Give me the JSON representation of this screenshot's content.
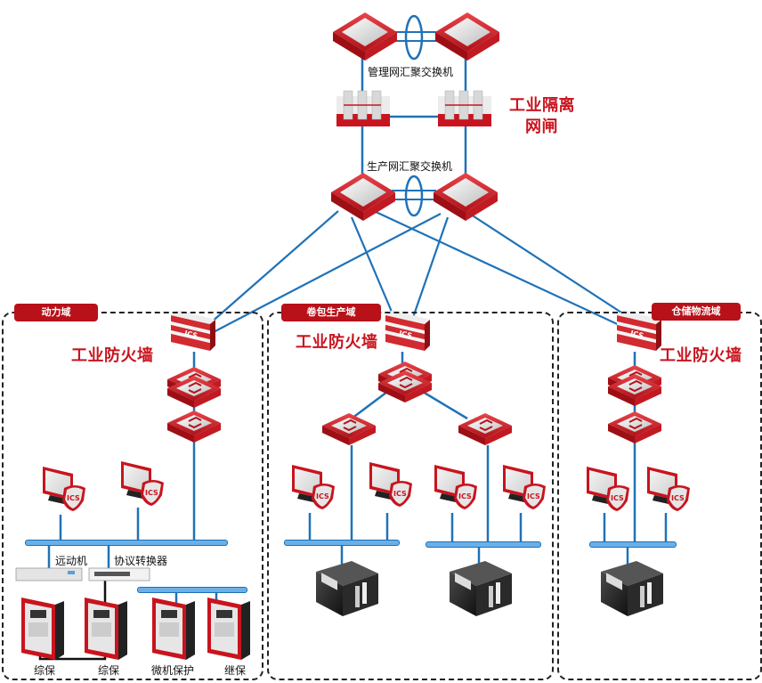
{
  "title_labels": {
    "mgmt_switch": "管理网汇聚交换机",
    "prod_switch": "生产网汇聚交换机",
    "isolation_gateway_line1": "工业隔离",
    "isolation_gateway_line2": "网闸"
  },
  "zones": [
    {
      "name": "动力域",
      "firewall_label": "工业防火墙"
    },
    {
      "name": "卷包生产域",
      "firewall_label": "工业防火墙"
    },
    {
      "name": "仓储物流域",
      "firewall_label": "工业防火墙"
    }
  ],
  "power_zone_devices": {
    "rtu": "远动机",
    "protocol_converter": "协议转换器",
    "relays": [
      "综保",
      "综保",
      "微机保护",
      "继保"
    ]
  },
  "workstation_badge": "ICS",
  "firewall_badge": "ICS",
  "colors": {
    "accent_red": "#c8141e",
    "zone_tag_red": "#b8111a",
    "link_blue": "#1f72b8",
    "bus_fill": "#6ab0e8"
  }
}
